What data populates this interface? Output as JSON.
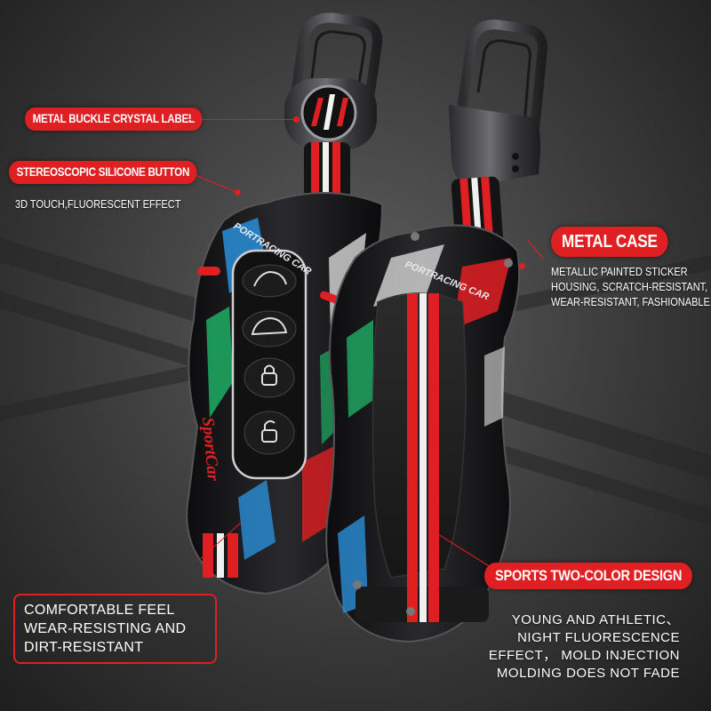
{
  "labels": {
    "crystal_label": "METAL BUCKLE CRYSTAL LABEL",
    "silicone_button": "STEREOSCOPIC SILICONE BUTTON",
    "silicone_desc": "3D TOUCH,FLUORESCENT EFFECT",
    "metal_case": "METAL CASE",
    "metal_case_desc": [
      "METALLIC PAINTED STICKER",
      "HOUSING, SCRATCH-RESISTANT,",
      "WEAR-RESISTANT, FASHIONABLE."
    ],
    "comfortable": [
      "COMFORTABLE FEEL",
      "WEAR-RESISTING AND",
      "DIRT-RESISTANT"
    ],
    "two_color": "SPORTS TWO-COLOR DESIGN",
    "two_color_desc": [
      "YOUNG AND ATHLETIC、",
      "NIGHT FLUORESCENCE",
      "EFFECT， MOLD INJECTION",
      "MOLDING DOES NOT FADE"
    ]
  },
  "product_text": {
    "brand_front": "PORTRACING CAR",
    "brand_back": "PORTRACING CAR",
    "model": "SportCar"
  },
  "colors": {
    "accent_red": "#e01f22",
    "stripe_green": "#1fae64",
    "stripe_blue": "#2a8fd8",
    "case_black": "#151515"
  },
  "icons": [
    "lock-open-icon",
    "lock-closed-icon",
    "trunk-icon",
    "car-roof-icon"
  ]
}
